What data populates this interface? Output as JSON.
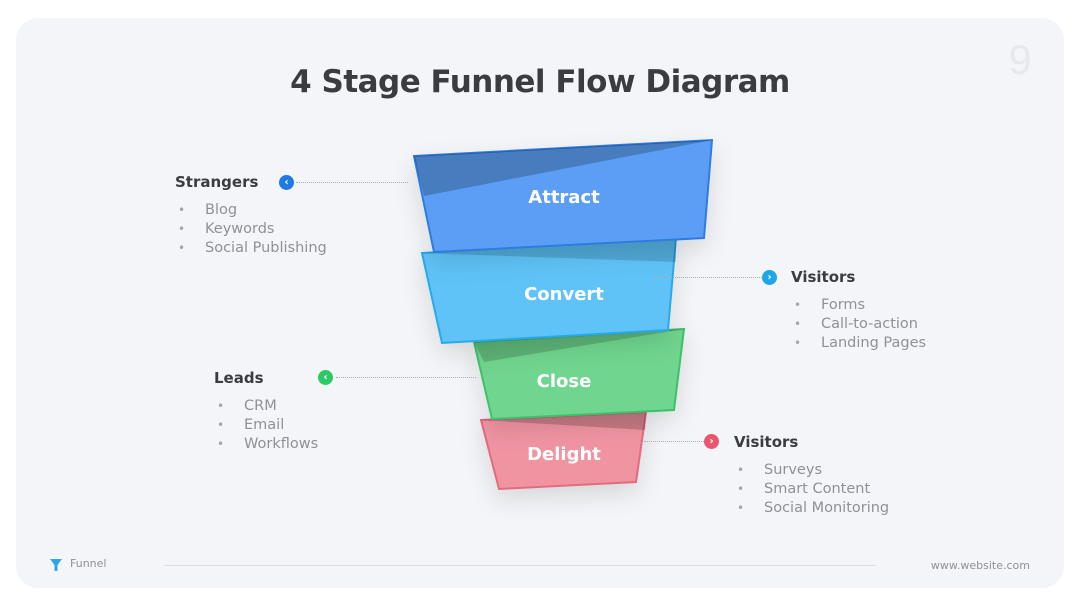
{
  "page_number": "9",
  "title": "4 Stage Funnel Flow Diagram",
  "stages": [
    {
      "label": "Attract",
      "color": "#5b9ef5",
      "border": "#2f7be0"
    },
    {
      "label": "Convert",
      "color": "#5ec3f7",
      "border": "#2aa9ea"
    },
    {
      "label": "Close",
      "color": "#6fd58e",
      "border": "#3cc26b"
    },
    {
      "label": "Delight",
      "color": "#f094a2",
      "border": "#e46a7e"
    }
  ],
  "groups": [
    {
      "heading": "Strangers",
      "items": [
        "Blog",
        "Keywords",
        "Social Publishing"
      ],
      "accent": "#1f7ae8",
      "arrow": "‹"
    },
    {
      "heading": "Visitors",
      "items": [
        "Forms",
        "Call-to-action",
        "Landing Pages"
      ],
      "accent": "#1fa6ea",
      "arrow": "›"
    },
    {
      "heading": "Leads",
      "items": [
        "CRM",
        "Email",
        "Workflows"
      ],
      "accent": "#2ec866",
      "arrow": "‹"
    },
    {
      "heading": "Visitors",
      "items": [
        "Surveys",
        "Smart Content",
        "Social Monitoring"
      ],
      "accent": "#e8576f",
      "arrow": "›"
    }
  ],
  "footer": {
    "brand": "Funnel",
    "url": "www.website.com"
  }
}
